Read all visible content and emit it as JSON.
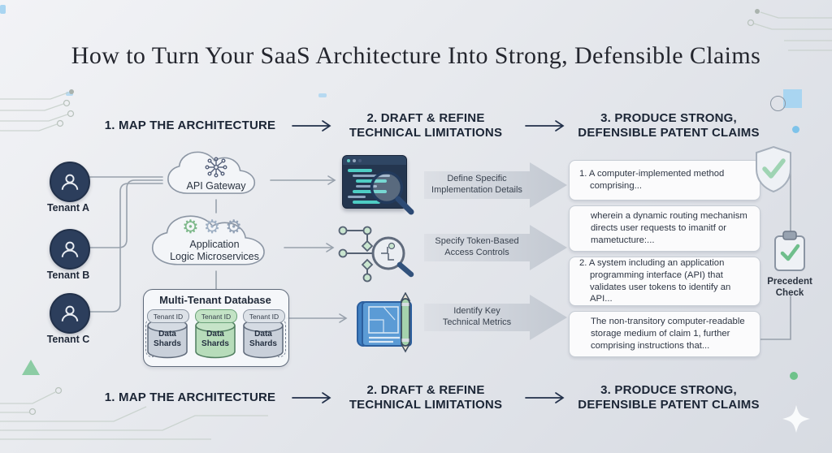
{
  "title": "How to Turn Your SaaS Architecture Into Strong, Defensible Claims",
  "steps": [
    {
      "line1": "1. MAP THE ARCHITECTURE",
      "line2": ""
    },
    {
      "line1": "2. DRAFT & REFINE",
      "line2": "TECHNICAL LIMITATIONS"
    },
    {
      "line1": "3. PRODUCE STRONG,",
      "line2": "DEFENSIBLE PATENT CLAIMS"
    }
  ],
  "tenants": [
    {
      "label": "Tenant A"
    },
    {
      "label": "Tenant B"
    },
    {
      "label": "Tenant C"
    }
  ],
  "architecture": {
    "api_gateway": {
      "label": "API Gateway"
    },
    "microservices": {
      "line1": "Application",
      "line2": "Logic Microservices"
    },
    "database": {
      "title": "Multi-Tenant Database",
      "shards": [
        {
          "id_label": "Tenant ID",
          "line1": "Data",
          "line2": "Shards"
        },
        {
          "id_label": "Tenant ID",
          "line1": "Data",
          "line2": "Shards"
        },
        {
          "id_label": "Tenant ID",
          "line1": "Data",
          "line2": "Shards"
        }
      ]
    }
  },
  "refine_arrows": [
    {
      "line1": "Define Specific",
      "line2": "Implementation Details"
    },
    {
      "line1": "Specify Token-Based",
      "line2": "Access Controls"
    },
    {
      "line1": "Identify Key",
      "line2": "Technical Metrics"
    }
  ],
  "claims": [
    {
      "text": "1. A computer-implemented method comprising..."
    },
    {
      "text": "wherein a dynamic routing mechanism directs user requests to imanitf or mametucture:..."
    },
    {
      "text": "2. A system including an application programming interface (API) that validates user tokens to identify an API..."
    },
    {
      "text": "The non-transitory computer-readable storage medium of claim 1, further comprising instructions that..."
    }
  ],
  "precedent_check": {
    "line1": "Precedent",
    "line2": "Check"
  },
  "colors": {
    "navy": "#2c3e5c",
    "green_accent": "#7fc496",
    "arrow_gray": "#ccd1d9",
    "blueprint_blue": "#5b9bd5"
  }
}
